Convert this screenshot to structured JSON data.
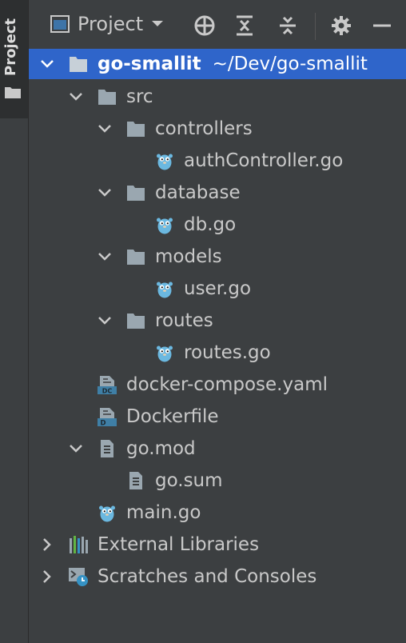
{
  "side_tab": {
    "label": "Project"
  },
  "toolbar": {
    "title": "Project"
  },
  "tree": {
    "root": {
      "name": "go-smallit",
      "path": "~/Dev/go-smallit"
    },
    "src": "src",
    "controllers": "controllers",
    "authController": "authController.go",
    "database": "database",
    "db": "db.go",
    "models": "models",
    "user": "user.go",
    "routes": "routes",
    "routes_go": "routes.go",
    "docker_compose": "docker-compose.yaml",
    "docker_compose_badge": "DC",
    "dockerfile": "Dockerfile",
    "dockerfile_badge": "D",
    "go_mod": "go.mod",
    "go_sum": "go.sum",
    "main_go": "main.go",
    "external_libraries": "External Libraries",
    "scratches": "Scratches and Consoles"
  },
  "colors": {
    "background": "#3c3f41",
    "selection": "#2f65ca",
    "text": "#c9c9c9",
    "folder": "#9aa7b0",
    "gopher": "#6bb8e0",
    "docker_badge": "#3f7fa6"
  }
}
